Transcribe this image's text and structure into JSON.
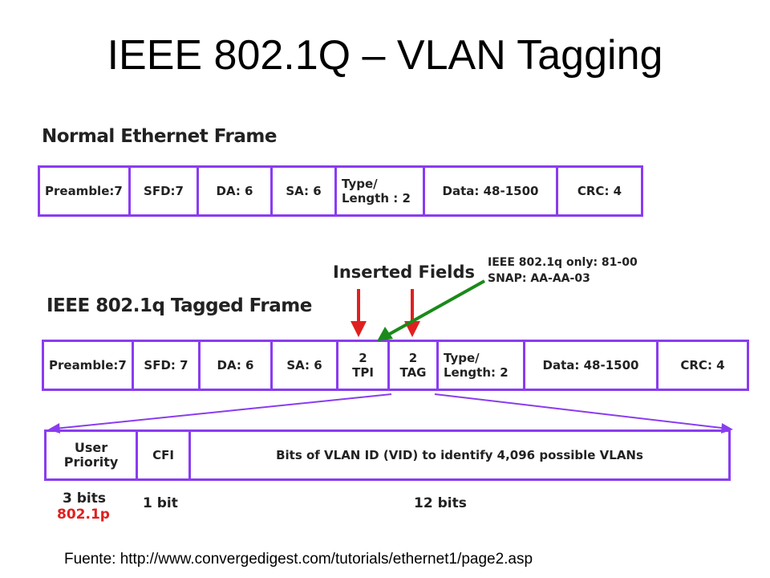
{
  "title": "IEEE 802.1Q – VLAN Tagging",
  "normal_frame": {
    "label": "Normal Ethernet Frame",
    "fields": [
      "Preamble:7",
      "SFD:7",
      "DA: 6",
      "SA: 6",
      "Type/\nLength : 2",
      "Data: 48-1500",
      "CRC: 4"
    ]
  },
  "inserted": {
    "label": "Inserted Fields",
    "note_line1": "IEEE 802.1q only: 81-00",
    "note_line2": "SNAP: AA-AA-03"
  },
  "tagged_frame": {
    "label": "IEEE 802.1q Tagged Frame",
    "fields": [
      "Preamble:7",
      "SFD: 7",
      "DA: 6",
      "SA: 6",
      "2\nTPI",
      "2\nTAG",
      "Type/\nLength: 2",
      "Data: 48-1500",
      "CRC: 4"
    ]
  },
  "tag_detail": {
    "fields": [
      "User\nPriority",
      "CFI",
      "Bits of VLAN ID (VID) to identify 4,096 possible VLANs"
    ],
    "bits": [
      "3 bits",
      "1 bit",
      "12 bits"
    ],
    "priority_std": "802.1p"
  },
  "colors": {
    "frame_border": "#8a3cf0",
    "red_arrow": "#e02020",
    "green_arrow": "#1a8a1a"
  },
  "source": "Fuente: http://www.convergedigest.com/tutorials/ethernet1/page2.asp"
}
